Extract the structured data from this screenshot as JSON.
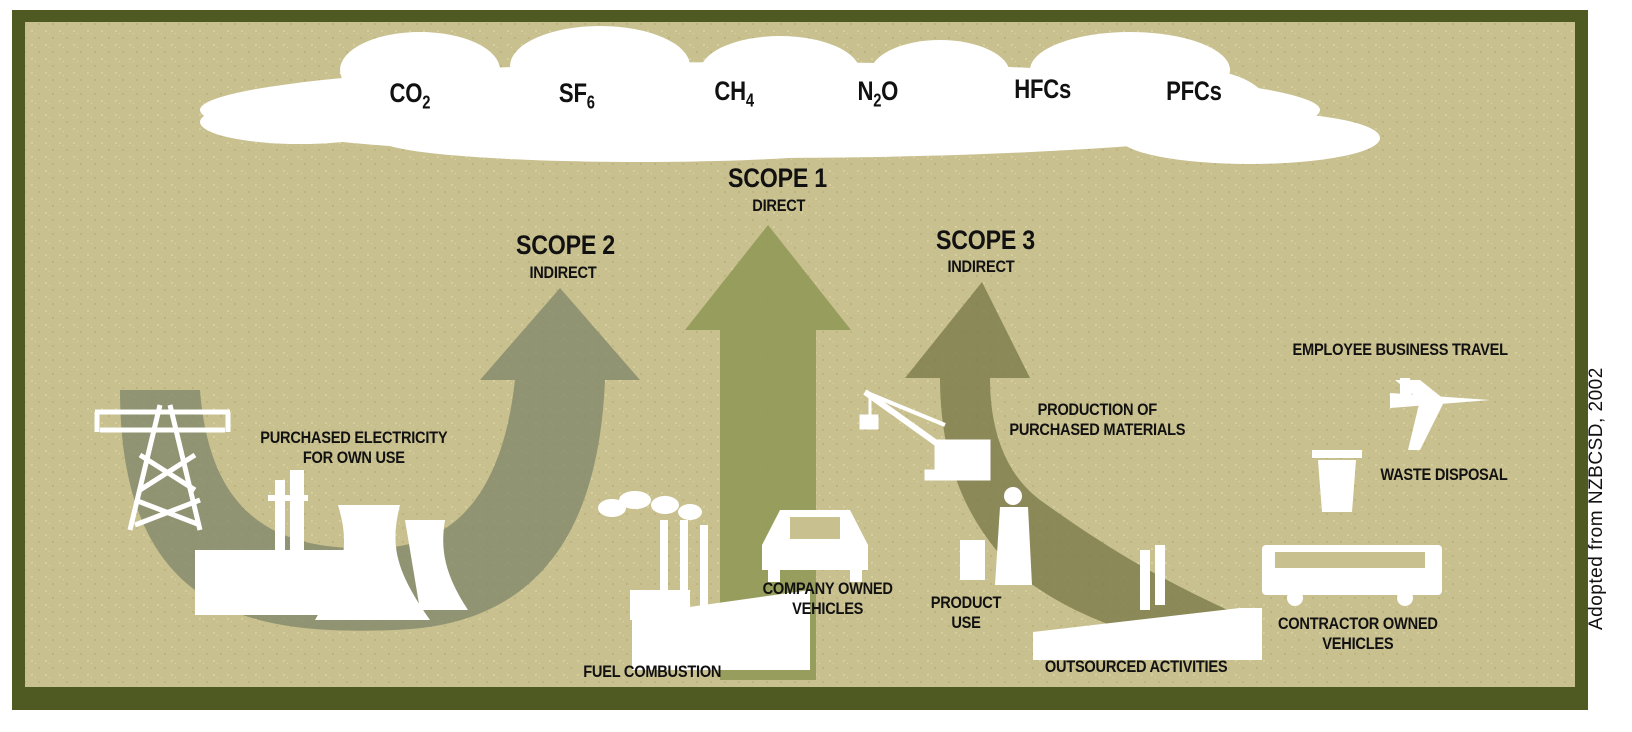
{
  "gases": [
    {
      "base": "CO",
      "sub": "2"
    },
    {
      "base": "SF",
      "sub": "6"
    },
    {
      "base": "CH",
      "sub": "4"
    },
    {
      "base": "N",
      "sub": "2",
      "tail": "O"
    },
    {
      "base": "HFCs",
      "sub": ""
    },
    {
      "base": "PFCs",
      "sub": ""
    }
  ],
  "scopes": {
    "scope1": {
      "title": "SCOPE 1",
      "sub": "DIRECT"
    },
    "scope2": {
      "title": "SCOPE 2",
      "sub": "INDIRECT"
    },
    "scope3": {
      "title": "SCOPE 3",
      "sub": "INDIRECT"
    }
  },
  "sources": {
    "purchased_electricity": "PURCHASED ELECTRICITY\nFOR OWN USE",
    "fuel_combustion": "FUEL COMBUSTION",
    "company_vehicles": "COMPANY OWNED\nVEHICLES",
    "product_use": "PRODUCT\nUSE",
    "production_materials": "PRODUCTION OF\nPURCHASED MATERIALS",
    "outsourced": "OUTSOURCED ACTIVITIES",
    "employee_travel": "EMPLOYEE BUSINESS TRAVEL",
    "waste": "WASTE DISPOSAL",
    "contractor_vehicles": "CONTRACTOR OWNED\nVEHICLES"
  },
  "credit": "Adopted from NZBCSD, 2002",
  "icons": [
    "cloud-icon",
    "pylon-icon",
    "power-plant-icon",
    "factory-icon",
    "car-icon",
    "crane-icon",
    "worker-icon",
    "plane-icon",
    "trash-bin-icon",
    "bus-icon",
    "warehouse-icon"
  ],
  "colors": {
    "frame": "#4f5a22",
    "background": "#c9c08f",
    "scope1_arrow": "#8e9654",
    "scope2_arrow": "#7e8668",
    "scope3_arrow": "#7d7a4a",
    "icons": "#ffffff"
  }
}
